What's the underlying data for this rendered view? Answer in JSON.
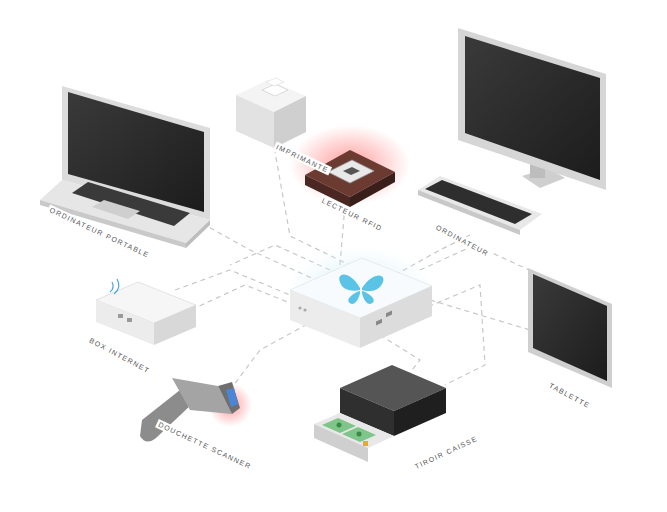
{
  "diagram": {
    "labels": [
      "ORDINATEUR PORTABLE",
      "IMPRIMANTE",
      "LECTEUR RFID",
      "ORDINATEUR",
      "BOX INTERNET",
      "DOUCHETTE SCANNER",
      "TIROIR CAISSE",
      "TABLETTE"
    ]
  }
}
